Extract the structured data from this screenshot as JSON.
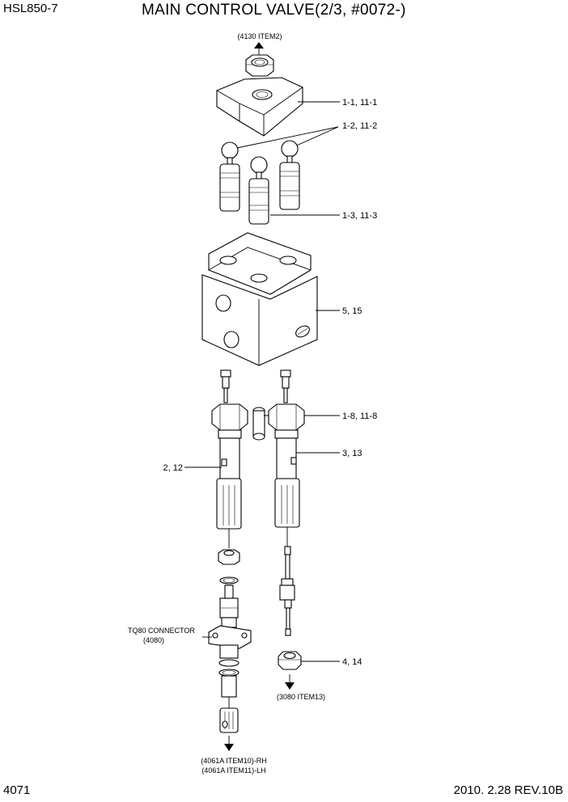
{
  "header": {
    "model": "HSL850-7",
    "title": "MAIN CONTROL VALVE(2/3, #0072-)"
  },
  "footer": {
    "page_number": "4071",
    "revision": "2010. 2.28  REV.10B"
  },
  "callouts": {
    "cover": "1-1, 11-1",
    "ball": "1-2, 11-2",
    "plunger": "1-3, 11-3",
    "body": "5, 15",
    "pin": "1-8, 11-8",
    "valve_right": "3, 13",
    "valve_left": "2, 12",
    "nut_bottom": "4, 14"
  },
  "references": {
    "top_nut": "(4130 ITEM2)",
    "bottom_nut": "(3080 ITEM13)",
    "connector_name": "TQ80 CONNECTOR",
    "connector_ref": "(4080)",
    "bottom_rh": "(4061A ITEM10)-RH",
    "bottom_lh": "(4061A ITEM11)-LH"
  }
}
